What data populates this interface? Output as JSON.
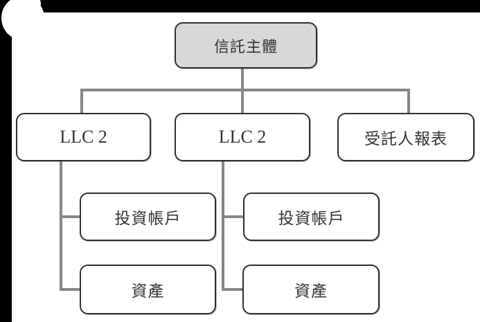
{
  "diagram": {
    "nodes": {
      "root": "信託主體",
      "llc_left": "LLC 2",
      "llc_center": "LLC 2",
      "trustee_report": "受託人報表",
      "investment_account_left": "投資帳戶",
      "assets_left": "資產",
      "investment_account_right": "投資帳戶",
      "assets_right": "資產"
    },
    "colors": {
      "background": "#ffffff",
      "root_box_fill": "#d8d8d8",
      "box_fill": "#ffffff",
      "box_border": "#2f2f2f",
      "connector_line": "#868686",
      "scan_edge": "#000000",
      "text": "#333333"
    }
  }
}
